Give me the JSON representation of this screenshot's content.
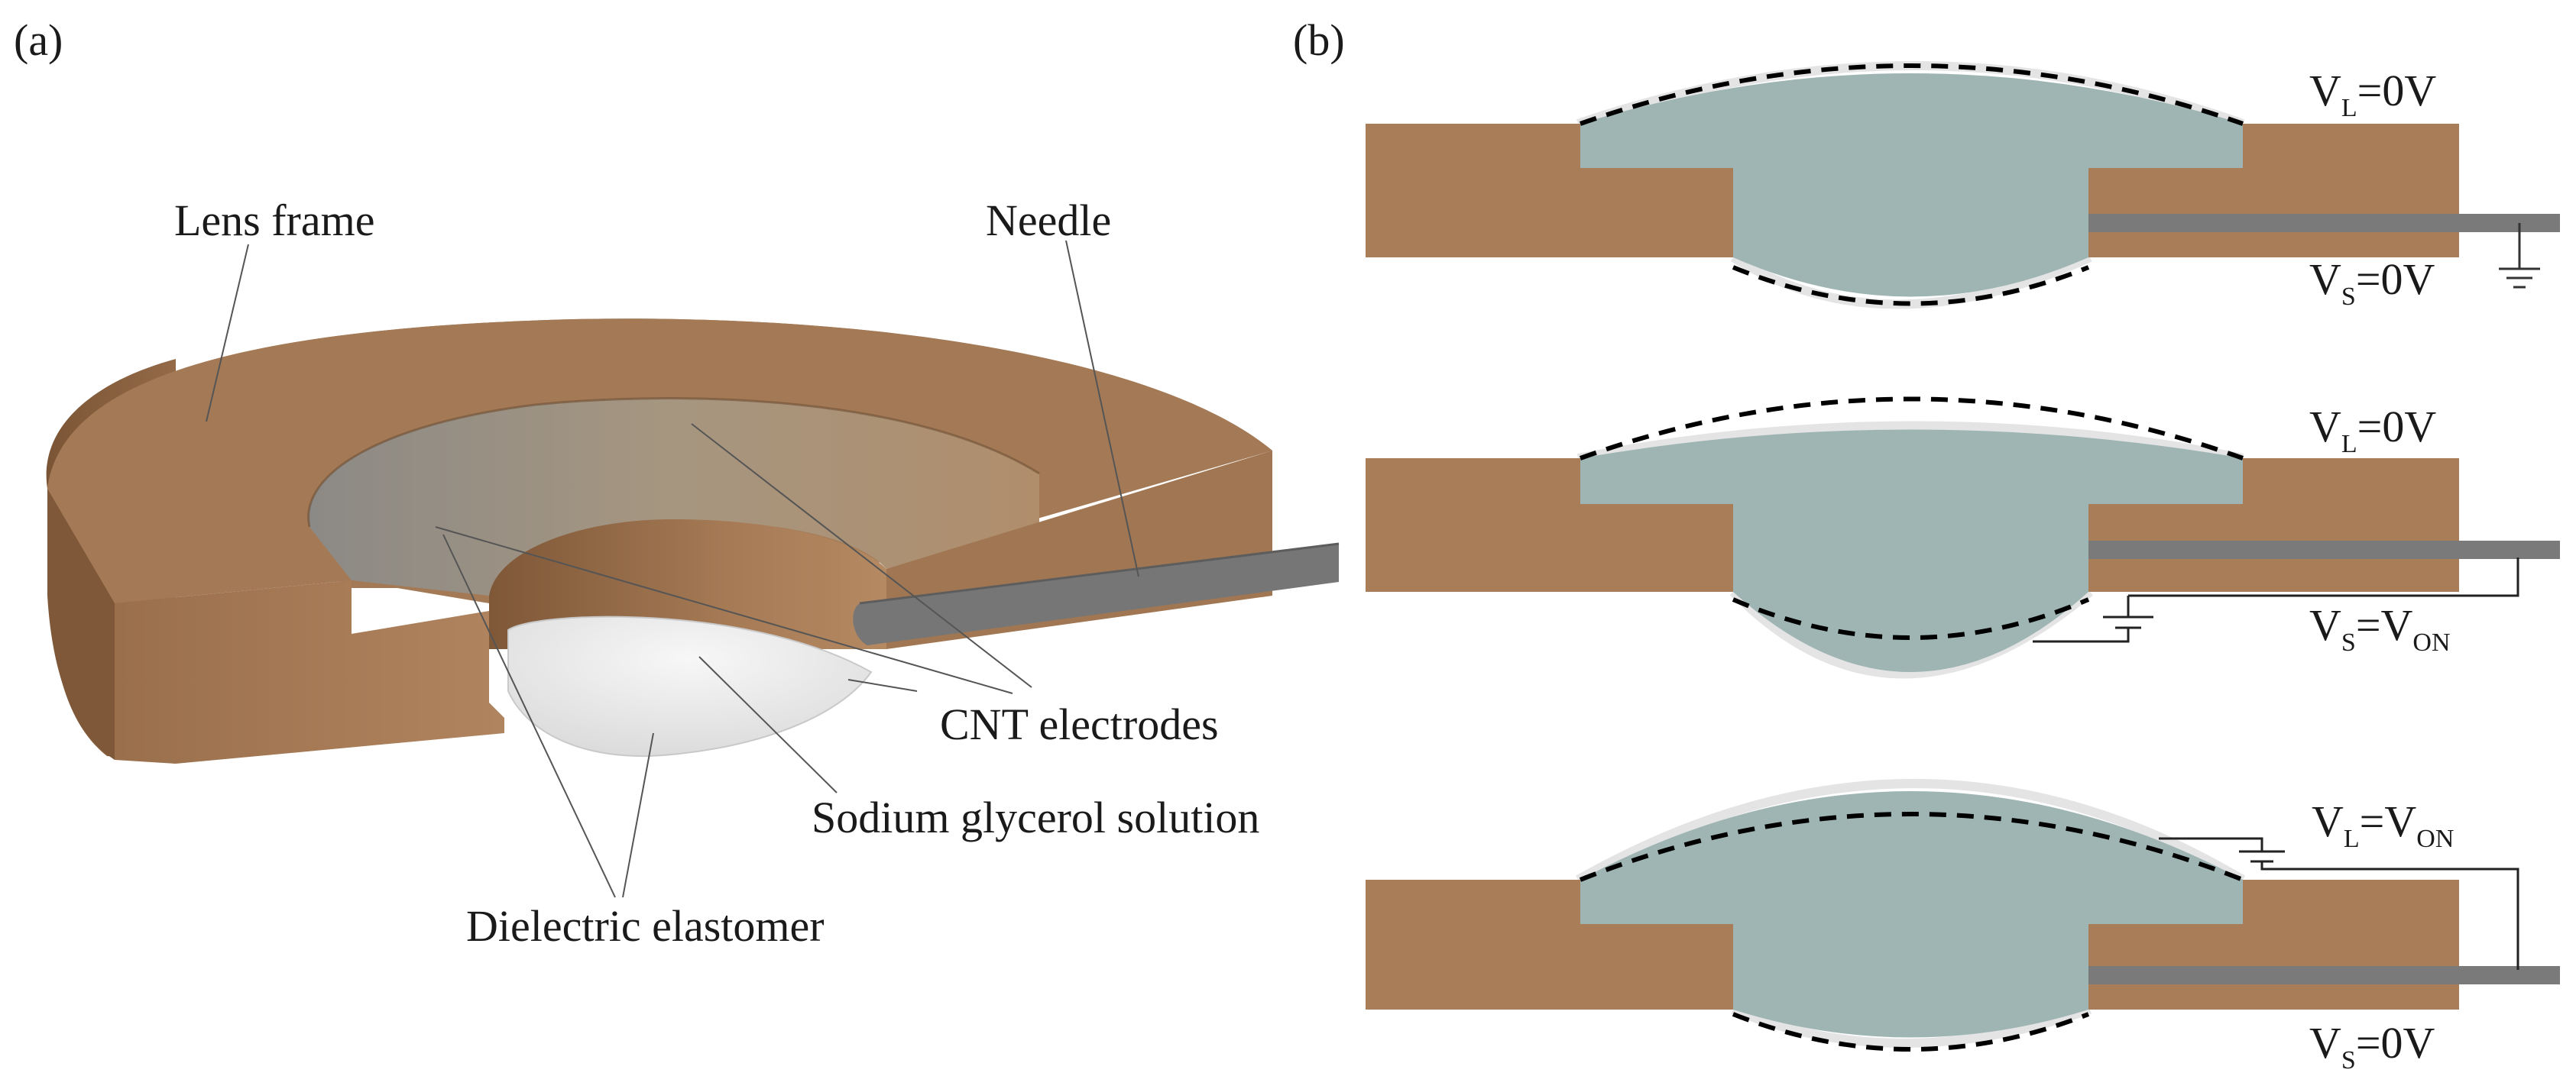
{
  "panel_a": {
    "tag": "(a)",
    "labels": {
      "lens_frame": "Lens frame",
      "needle": "Needle",
      "cnt": "CNT electrodes",
      "sodium": "Sodium glycerol solution",
      "dielectric": "Dielectric elastomer"
    }
  },
  "panel_b": {
    "tag": "(b)",
    "states": [
      {
        "upper": {
          "main": "V",
          "sub": "L",
          "rest": "=0V"
        },
        "lower": {
          "main": "V",
          "sub": "S",
          "rest": "=0V"
        }
      },
      {
        "upper": {
          "main": "V",
          "sub": "L",
          "rest": "=0V"
        },
        "lower": {
          "main": "V",
          "sub": "S",
          "mid": "=V",
          "sub2": "ON"
        }
      },
      {
        "upper": {
          "main": "V",
          "sub": "L",
          "mid": "=V",
          "sub2": "ON"
        },
        "lower": {
          "main": "V",
          "sub": "S",
          "rest": "=0V"
        }
      }
    ]
  },
  "colors": {
    "frame": "#a87d58",
    "frame_dark": "#8a6242",
    "frame_top": "#a47a56",
    "liquid": "#9fb5b4",
    "needle": "#7a7a7a",
    "membrane": "#e4e4e4"
  }
}
